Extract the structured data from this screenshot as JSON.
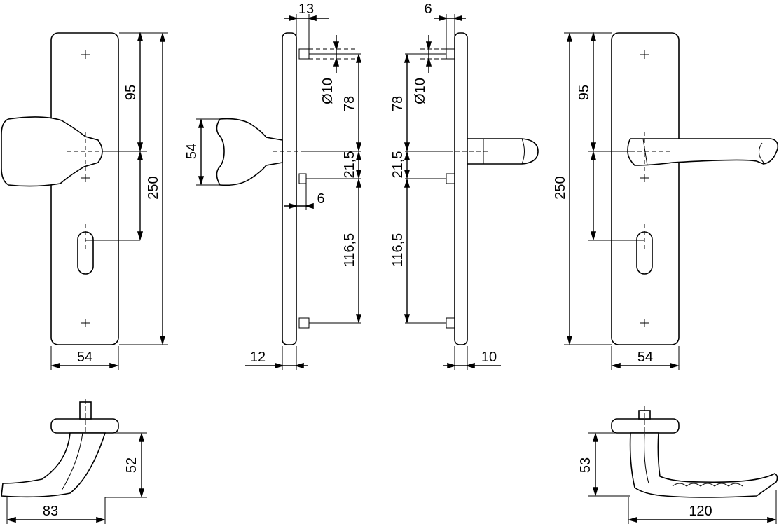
{
  "drawing": {
    "front_knob_plate": {
      "height": "250",
      "top_to_spindle": "95",
      "spindle_to_cylinder": "",
      "width": "54"
    },
    "side_knob_plate": {
      "hole_offset": "13",
      "hole_dia": "Ø10",
      "top_dist": "78",
      "spindle_gap": "21,5",
      "screw_offset": "6",
      "bottom_dist": "116,5",
      "knob_height": "54",
      "plate_thickness": "12"
    },
    "side_lever_plate": {
      "hole_offset": "6",
      "hole_dia": "Ø10",
      "top_dist": "78",
      "spindle_gap": "21,5",
      "bottom_dist": "116,5",
      "plate_thickness": "10"
    },
    "front_lever_plate": {
      "height": "250",
      "top_to_spindle": "95",
      "width": "54"
    },
    "knob_top_view": {
      "projection": "83",
      "height": "52"
    },
    "lever_top_view": {
      "projection": "120",
      "height": "53"
    }
  }
}
